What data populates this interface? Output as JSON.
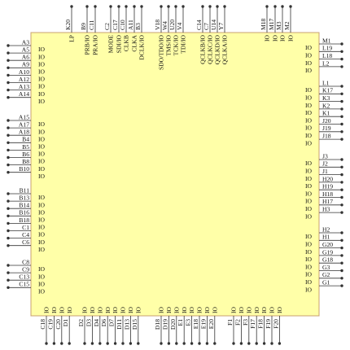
{
  "colors": {
    "body_fill": "#ffffa8",
    "body_stroke": "#c8a070",
    "pin_line": "#333333",
    "pin_dot": "#333333",
    "text": "#111111"
  },
  "left_pins": [
    {
      "pin": "A3",
      "io": "IO"
    },
    {
      "pin": "A5",
      "io": "IO"
    },
    {
      "pin": "A6",
      "io": "IO"
    },
    {
      "pin": "A9",
      "io": "IO"
    },
    {
      "pin": "A10",
      "io": "IO"
    },
    {
      "pin": "A12",
      "io": "IO"
    },
    {
      "pin": "A13",
      "io": "IO"
    },
    {
      "pin": "A14",
      "io": "IO"
    },
    {
      "pin": "A15",
      "io": "IO"
    },
    {
      "pin": "A17",
      "io": "IO"
    },
    {
      "pin": "A18",
      "io": "IO"
    },
    {
      "pin": "B4",
      "io": "IO"
    },
    {
      "pin": "B5",
      "io": "IO"
    },
    {
      "pin": "B6",
      "io": "IO"
    },
    {
      "pin": "B8",
      "io": "IO"
    },
    {
      "pin": "B10",
      "io": "IO"
    },
    {
      "pin": "B11",
      "io": "IO"
    },
    {
      "pin": "B13",
      "io": "IO"
    },
    {
      "pin": "B14",
      "io": "IO"
    },
    {
      "pin": "B16",
      "io": "IO"
    },
    {
      "pin": "B18",
      "io": "IO"
    },
    {
      "pin": "C1",
      "io": "IO"
    },
    {
      "pin": "C4",
      "io": "IO"
    },
    {
      "pin": "C6",
      "io": "IO"
    },
    {
      "pin": "C8",
      "io": "IO"
    },
    {
      "pin": "C9",
      "io": "IO"
    },
    {
      "pin": "C13",
      "io": "IO"
    },
    {
      "pin": "C15",
      "io": "IO"
    }
  ],
  "right_pins": [
    {
      "pin": "M1",
      "io": "IO"
    },
    {
      "pin": "L19",
      "io": "IO"
    },
    {
      "pin": "L18",
      "io": "IO"
    },
    {
      "pin": "L2",
      "io": "IO"
    },
    {
      "pin": "L1",
      "io": "IO"
    },
    {
      "pin": "K17",
      "io": "IO"
    },
    {
      "pin": "K3",
      "io": "IO"
    },
    {
      "pin": "K2",
      "io": "IO"
    },
    {
      "pin": "K1",
      "io": "IO"
    },
    {
      "pin": "J20",
      "io": "IO"
    },
    {
      "pin": "J19",
      "io": "IO"
    },
    {
      "pin": "J18",
      "io": "IO"
    },
    {
      "pin": "J3",
      "io": "IO"
    },
    {
      "pin": "J2",
      "io": "IO"
    },
    {
      "pin": "J1",
      "io": "IO"
    },
    {
      "pin": "H20",
      "io": "IO"
    },
    {
      "pin": "H19",
      "io": "IO"
    },
    {
      "pin": "H18",
      "io": "IO"
    },
    {
      "pin": "H17",
      "io": "IO"
    },
    {
      "pin": "H3",
      "io": "IO"
    },
    {
      "pin": "H2",
      "io": "IO"
    },
    {
      "pin": "H1",
      "io": "IO"
    },
    {
      "pin": "G20",
      "io": "IO"
    },
    {
      "pin": "G19",
      "io": "IO"
    },
    {
      "pin": "G18",
      "io": "IO"
    },
    {
      "pin": "G3",
      "io": "IO"
    },
    {
      "pin": "G2",
      "io": "IO"
    },
    {
      "pin": "G1",
      "io": "IO"
    }
  ],
  "top_pins": [
    {
      "pin": "K20",
      "fn": "LP"
    },
    {
      "pin": "B9",
      "fn": "PRB/IO"
    },
    {
      "pin": "C11",
      "fn": "PRA/IO"
    },
    {
      "pin": "C2",
      "fn": "MODE"
    },
    {
      "pin": "C17",
      "fn": "SDI/IO"
    },
    {
      "pin": "C10",
      "fn": "CLKB"
    },
    {
      "pin": "A11",
      "fn": "CLKA"
    },
    {
      "pin": "B3",
      "fn": "DCLK/IO"
    },
    {
      "pin": "V18",
      "fn": "SDO/TDO/IO"
    },
    {
      "pin": "W4",
      "fn": "TMS/IO"
    },
    {
      "pin": "U20",
      "fn": "TCK/IO"
    },
    {
      "pin": "V4",
      "fn": "TDI/IO"
    },
    {
      "pin": "C14",
      "fn": "QCLKB/IO"
    },
    {
      "pin": "C7",
      "fn": "QCLKC/IO"
    },
    {
      "pin": "U14",
      "fn": "QCLKD/IO"
    },
    {
      "pin": "Y7",
      "fn": "QCLKA/IO"
    },
    {
      "pin": "M18",
      "fn": "IO"
    },
    {
      "pin": "M17",
      "fn": "IO"
    },
    {
      "pin": "M3",
      "fn": "IO"
    },
    {
      "pin": "M2",
      "fn": "IO"
    }
  ],
  "bottom_pins": [
    {
      "pin": "C18",
      "io": "IO"
    },
    {
      "pin": "C19",
      "io": "IO"
    },
    {
      "pin": "C20",
      "io": "IO"
    },
    {
      "pin": "D1",
      "io": "IO"
    },
    {
      "pin": "D2",
      "io": "IO"
    },
    {
      "pin": "D3",
      "io": "IO"
    },
    {
      "pin": "D4",
      "io": "IO"
    },
    {
      "pin": "D6",
      "io": "IO"
    },
    {
      "pin": "D7",
      "io": "IO"
    },
    {
      "pin": "D11",
      "io": "IO"
    },
    {
      "pin": "D13",
      "io": "IO"
    },
    {
      "pin": "D15",
      "io": "IO"
    },
    {
      "pin": "D18",
      "io": "IO"
    },
    {
      "pin": "D19",
      "io": "IO"
    },
    {
      "pin": "D20",
      "io": "IO"
    },
    {
      "pin": "E1",
      "io": "IO"
    },
    {
      "pin": "E3",
      "io": "IO"
    },
    {
      "pin": "E18",
      "io": "IO"
    },
    {
      "pin": "E19",
      "io": "IO"
    },
    {
      "pin": "E20",
      "io": "IO"
    },
    {
      "pin": "F1",
      "io": "IO"
    },
    {
      "pin": "F2",
      "io": "IO"
    },
    {
      "pin": "F3",
      "io": "IO"
    },
    {
      "pin": "F17",
      "io": "IO"
    },
    {
      "pin": "F18",
      "io": "IO"
    },
    {
      "pin": "F19",
      "io": "IO"
    },
    {
      "pin": "F20",
      "io": "IO"
    }
  ]
}
